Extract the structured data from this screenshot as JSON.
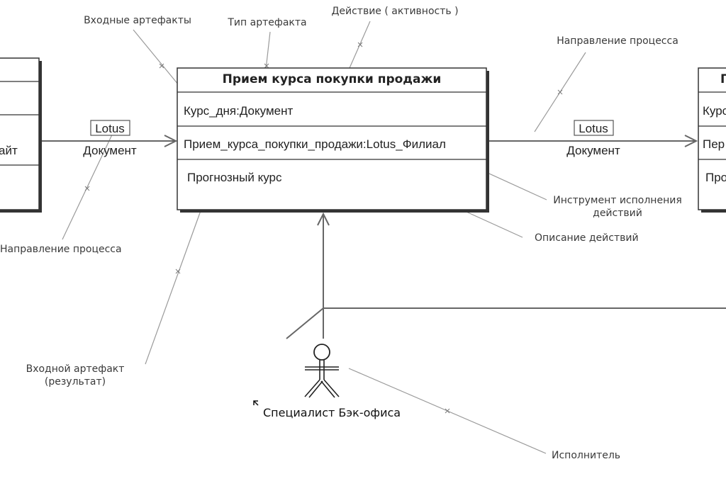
{
  "annotations": {
    "input_artifacts": "Входные артефакты",
    "artifact_type": "Тип артефакта",
    "action": "Действие ( активность )",
    "process_direction_right": "Направление процесса",
    "process_direction_left": "Направление процесса",
    "action_tool_line1": "Инструмент исполнения",
    "action_tool_line2": "действий",
    "action_description": "Описание действий",
    "input_artifact_line1": "Входной артефакт",
    "input_artifact_line2": "(результат)",
    "performer": "Исполнитель"
  },
  "main_box": {
    "title": "Прием курса покупки продажи",
    "row_input": "Курс_дня:Документ",
    "row_tool": "Прием_курса_покупки_продажи:Lotus_Филиал",
    "row_output": "Прогнозный курс"
  },
  "left_box": {
    "row_text": "айт"
  },
  "right_box": {
    "row1": "Курс",
    "row2": "Пер",
    "row3": "Про",
    "title_fragment": "П"
  },
  "flows": {
    "left": {
      "guard": "Lotus",
      "label": "Документ"
    },
    "right": {
      "guard": "Lotus",
      "label": "Документ"
    }
  },
  "actor": {
    "name": "Специалист Бэк-офиса"
  }
}
